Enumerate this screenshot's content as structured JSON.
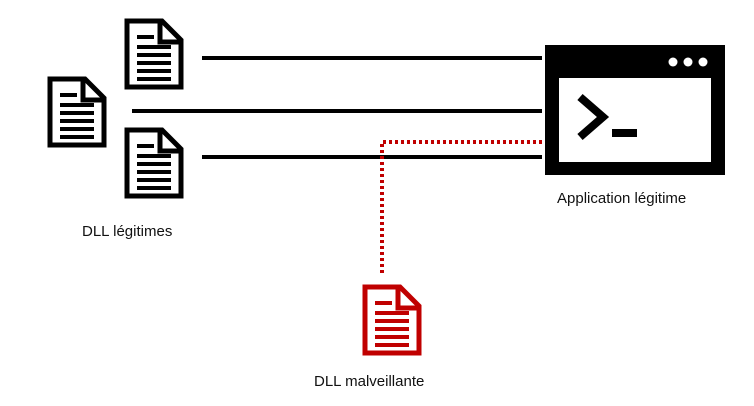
{
  "labels": {
    "legit_dlls": "DLL légitimes",
    "application": "Application légitime",
    "malicious_dll": "DLL malveillante"
  },
  "colors": {
    "legit": "#000000",
    "malicious": "#c00000",
    "background": "#ffffff"
  },
  "icons": {
    "legit_docs": [
      "document-icon",
      "document-icon",
      "document-icon"
    ],
    "malicious_doc": "document-icon",
    "application": "terminal-window-icon"
  }
}
